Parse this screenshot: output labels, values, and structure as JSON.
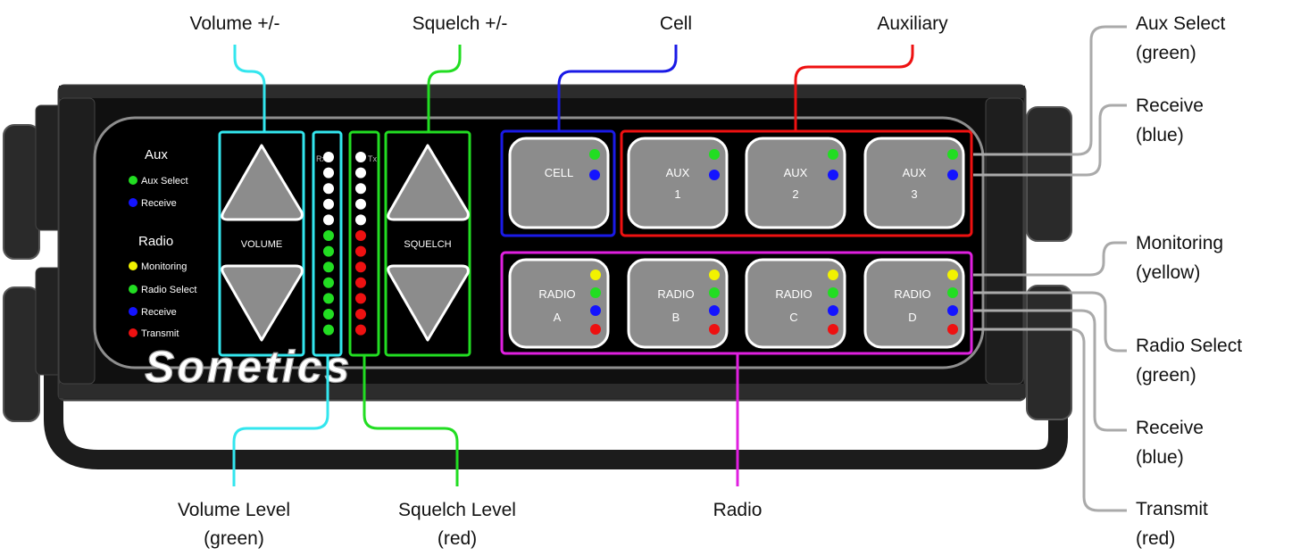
{
  "callouts": {
    "volume_pm": "Volume +/-",
    "squelch_pm": "Squelch +/-",
    "cell": "Cell",
    "auxiliary": "Auxiliary",
    "aux_select": [
      "Aux Select",
      "(green)"
    ],
    "receive_aux": [
      "Receive",
      "(blue)"
    ],
    "monitoring": [
      "Monitoring",
      "(yellow)"
    ],
    "radio_select": [
      "Radio Select",
      "(green)"
    ],
    "receive_radio": [
      "Receive",
      "(blue)"
    ],
    "transmit": [
      "Transmit",
      "(red)"
    ],
    "volume_level": [
      "Volume Level",
      "(green)"
    ],
    "squelch_level": [
      "Squelch Level",
      "(red)"
    ],
    "radio": "Radio"
  },
  "legend": {
    "aux_heading": "Aux",
    "aux_items": [
      {
        "label": "Aux Select",
        "color": "#22dd22"
      },
      {
        "label": "Receive",
        "color": "#1414ff"
      }
    ],
    "radio_heading": "Radio",
    "radio_items": [
      {
        "label": "Monitoring",
        "color": "#f2f200"
      },
      {
        "label": "Radio Select",
        "color": "#22dd22"
      },
      {
        "label": "Receive",
        "color": "#1414ff"
      },
      {
        "label": "Transmit",
        "color": "#ee1111"
      }
    ]
  },
  "controls": {
    "volume_label": "VOLUME",
    "squelch_label": "SQUELCH",
    "rx_label": "Rx",
    "tx_label": "Tx"
  },
  "buttons": {
    "cell": "CELL",
    "aux": [
      [
        "AUX",
        "1"
      ],
      [
        "AUX",
        "2"
      ],
      [
        "AUX",
        "3"
      ]
    ],
    "radio": [
      [
        "RADIO",
        "A"
      ],
      [
        "RADIO",
        "B"
      ],
      [
        "RADIO",
        "C"
      ],
      [
        "RADIO",
        "D"
      ]
    ]
  },
  "brand": "Sonetics",
  "colors": {
    "volume": "#33e6ee",
    "squelch": "#22dd22",
    "cell": "#1a1ae6",
    "auxiliary": "#ee1111",
    "radio": "#e020e0",
    "leader": "#aaaaaa",
    "led_green": "#22dd22",
    "led_blue": "#1414ff",
    "led_yellow": "#f2f200",
    "led_red": "#ee1111",
    "led_white": "#ffffff"
  },
  "meters": {
    "rx_leds": [
      "#ffffff",
      "#ffffff",
      "#ffffff",
      "#ffffff",
      "#ffffff",
      "#22dd22",
      "#22dd22",
      "#22dd22",
      "#22dd22",
      "#22dd22",
      "#22dd22",
      "#22dd22"
    ],
    "tx_leds": [
      "#ffffff",
      "#ffffff",
      "#ffffff",
      "#ffffff",
      "#ffffff",
      "#ee1111",
      "#ee1111",
      "#ee1111",
      "#ee1111",
      "#ee1111",
      "#ee1111",
      "#ee1111"
    ]
  }
}
